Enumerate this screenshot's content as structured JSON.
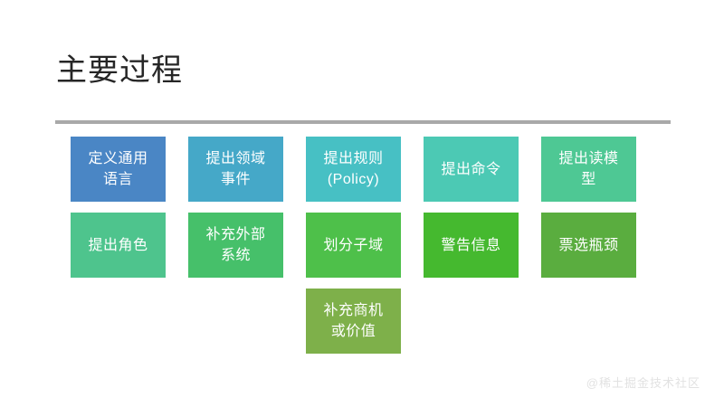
{
  "slide": {
    "title": "主要过程",
    "watermark": "@稀土掘金技术社区",
    "background_color": "#ffffff",
    "rule_color": "#a9a9a9",
    "title_color": "#262626"
  },
  "rows": [
    {
      "cells": [
        {
          "label": "定义通用\n语言",
          "color": "#4a86c5"
        },
        {
          "label": "提出领域\n事件",
          "color": "#45a8c8"
        },
        {
          "label": "提出规则\n(Policy)",
          "color": "#47c0c4"
        },
        {
          "label": "提出命令",
          "color": "#4cc9b4"
        },
        {
          "label": "提出读模\n型",
          "color": "#4ec894"
        }
      ]
    },
    {
      "cells": [
        {
          "label": "提出角色",
          "color": "#4ec48d"
        },
        {
          "label": "补充外部\n系统",
          "color": "#46c06a"
        },
        {
          "label": "划分子域",
          "color": "#4ec04a"
        },
        {
          "label": "警告信息",
          "color": "#45b92f"
        },
        {
          "label": "票选瓶颈",
          "color": "#5aad3f"
        }
      ]
    },
    {
      "cells": [
        {
          "label": "",
          "color": "transparent",
          "empty": true
        },
        {
          "label": "",
          "color": "transparent",
          "empty": true
        },
        {
          "label": "补充商机\n或价值",
          "color": "#7eb04a"
        },
        {
          "label": "",
          "color": "transparent",
          "empty": true
        },
        {
          "label": "",
          "color": "transparent",
          "empty": true
        }
      ]
    }
  ]
}
